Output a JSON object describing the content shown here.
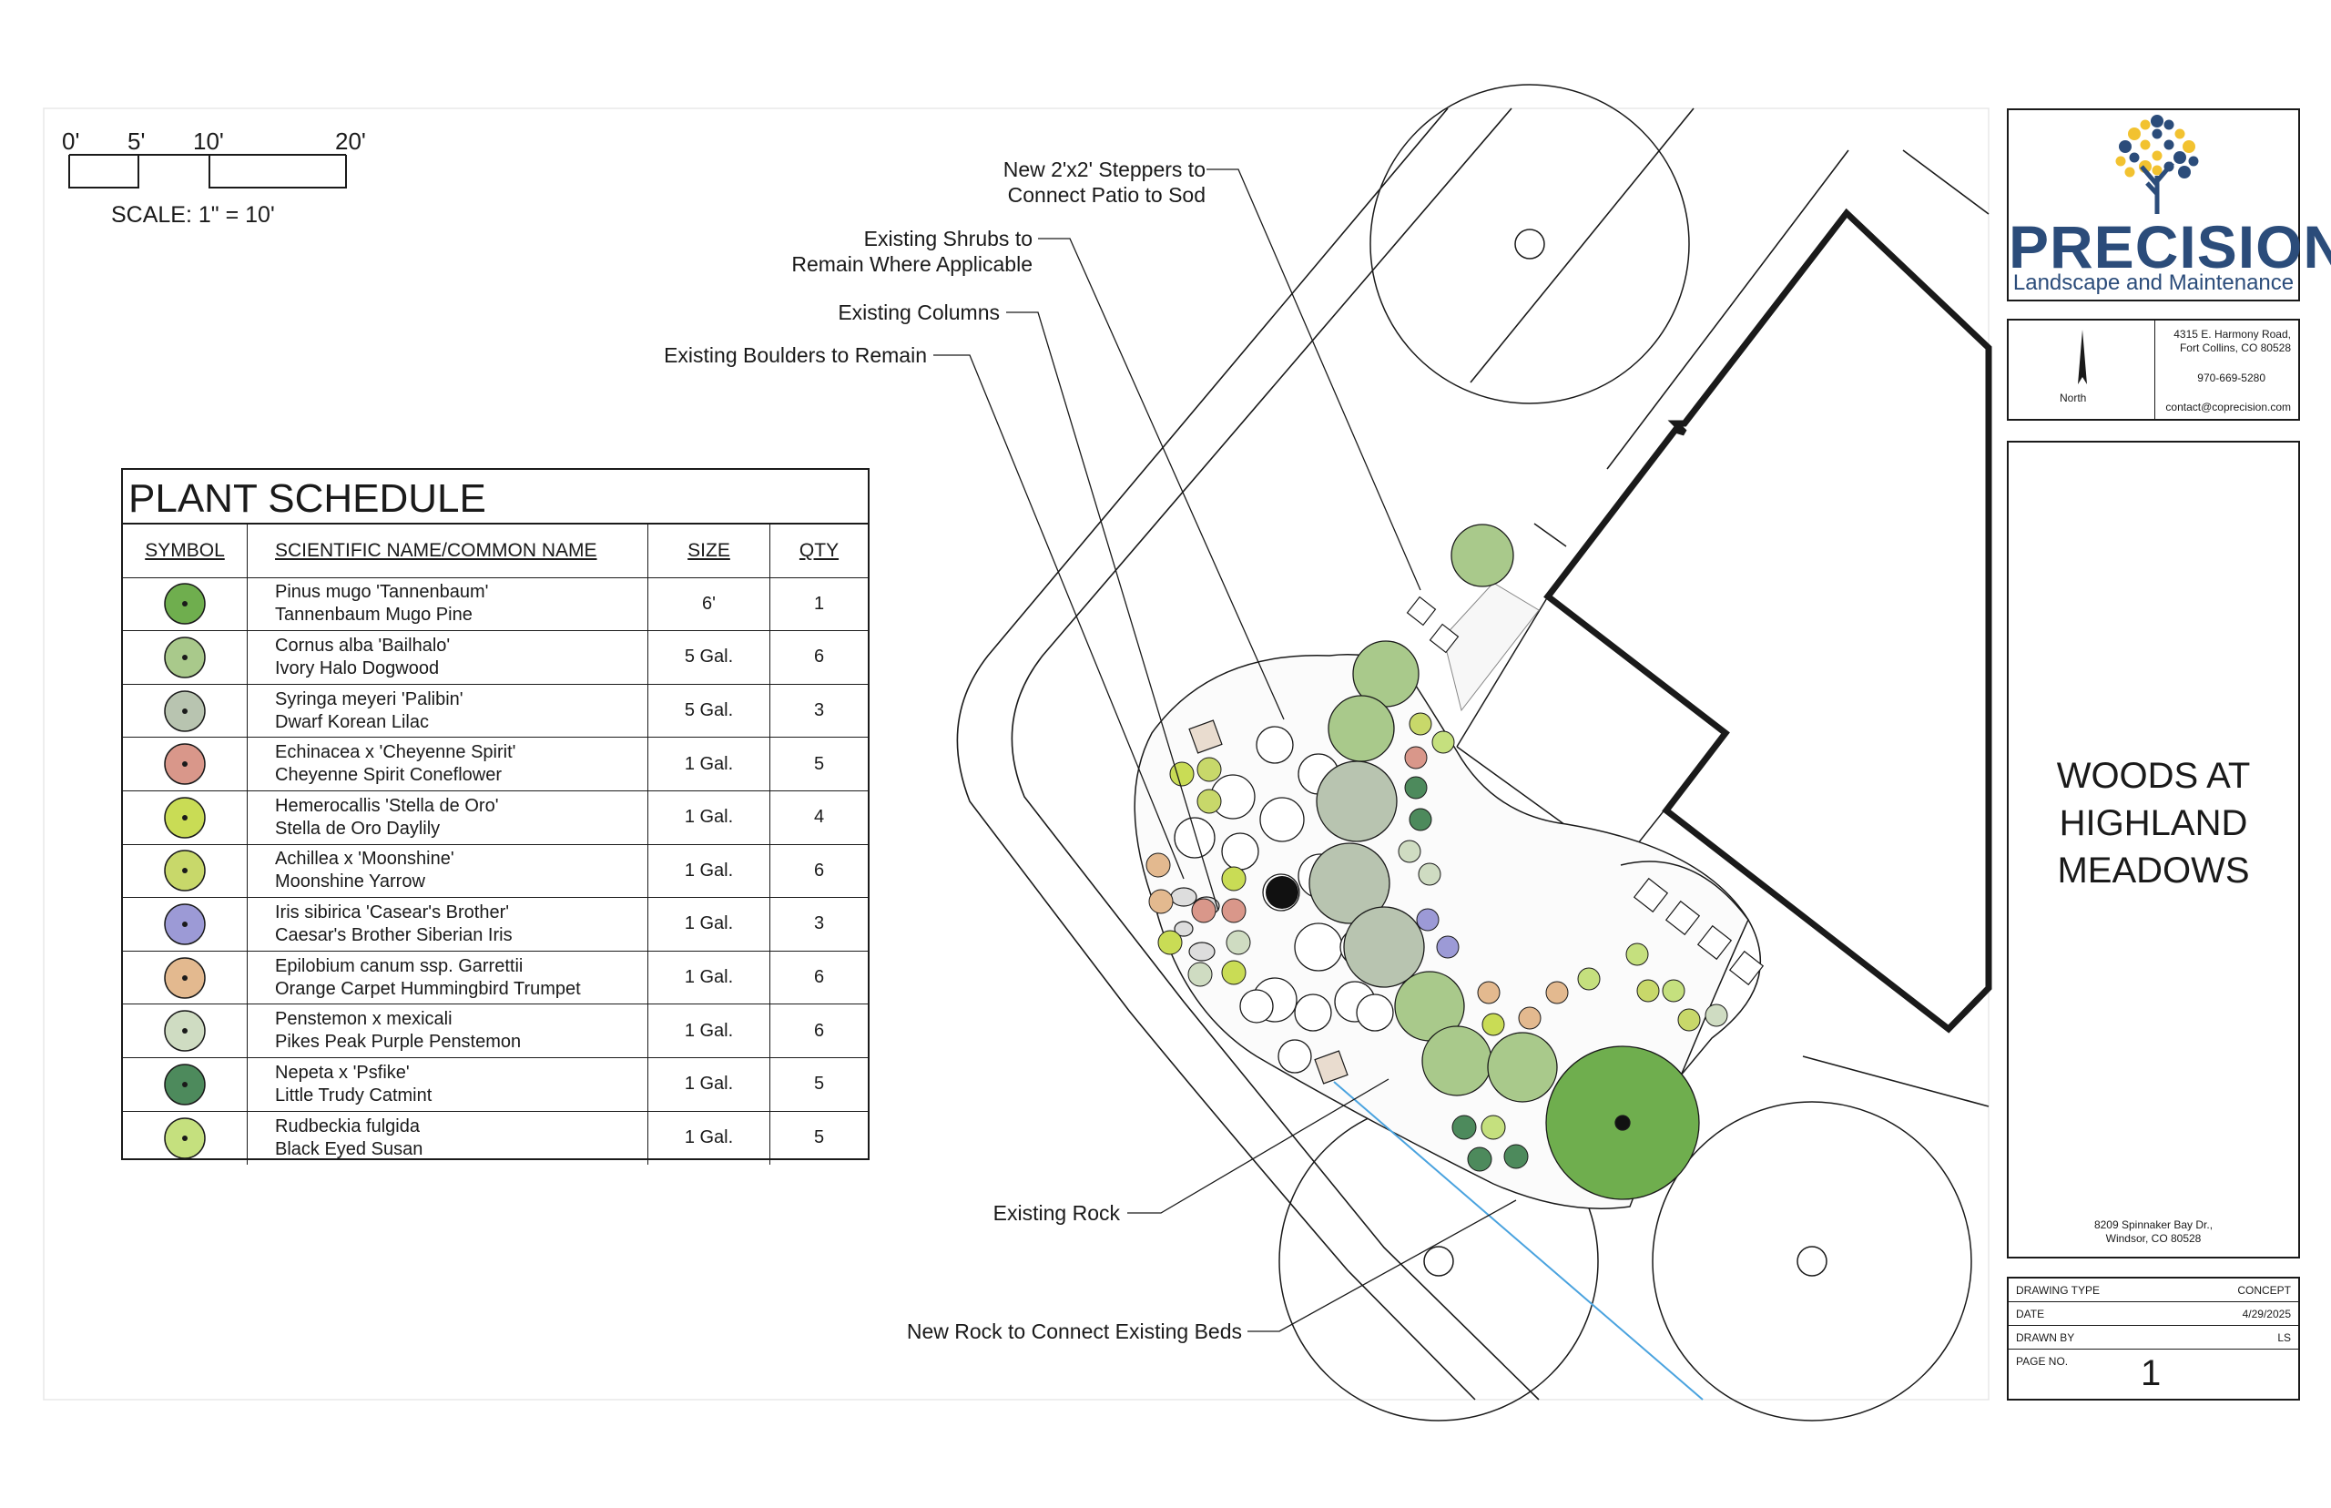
{
  "scale": {
    "ticks": [
      "0'",
      "5'",
      "10'",
      "20'"
    ],
    "text": "SCALE: 1\" = 10'"
  },
  "callouts": {
    "steppers_1": "New 2'x2' Steppers to",
    "steppers_2": "Connect Patio to Sod",
    "shrubs_1": "Existing Shrubs to",
    "shrubs_2": "Remain Where Applicable",
    "columns": "Existing Columns",
    "boulders": "Existing Boulders to Remain",
    "rock": "Existing Rock",
    "new_rock": "New Rock to Connect Existing Beds"
  },
  "plant_schedule": {
    "title": "PLANT SCHEDULE",
    "headers": {
      "symbol": "SYMBOL",
      "name": "SCIENTIFIC NAME/COMMON NAME",
      "size": "SIZE",
      "qty": "QTY"
    },
    "rows": [
      {
        "scientific": "Pinus mugo 'Tannenbaum'",
        "common": "Tannenbaum Mugo Pine",
        "size": "6'",
        "qty": "1",
        "color": "#6fae4e",
        "icon": "pine-symbol-icon"
      },
      {
        "scientific": "Cornus alba 'Bailhalo'",
        "common": "Ivory Halo Dogwood",
        "size": "5 Gal.",
        "qty": "6",
        "color": "#a9c98b",
        "icon": "dogwood-symbol-icon"
      },
      {
        "scientific": "Syringa meyeri 'Palibin'",
        "common": "Dwarf Korean Lilac",
        "size": "5 Gal.",
        "qty": "3",
        "color": "#b8c4b0",
        "icon": "lilac-symbol-icon"
      },
      {
        "scientific": "Echinacea x 'Cheyenne Spirit'",
        "common": "Cheyenne Spirit Coneflower",
        "size": "1 Gal.",
        "qty": "5",
        "color": "#d9978a",
        "icon": "coneflower-symbol-icon"
      },
      {
        "scientific": "Hemerocallis 'Stella de Oro'",
        "common": "Stella de Oro Daylily",
        "size": "1 Gal.",
        "qty": "4",
        "color": "#c9dc55",
        "icon": "daylily-symbol-icon"
      },
      {
        "scientific": "Achillea x 'Moonshine'",
        "common": "Moonshine Yarrow",
        "size": "1 Gal.",
        "qty": "6",
        "color": "#c8d86a",
        "icon": "yarrow-symbol-icon"
      },
      {
        "scientific": "Iris sibirica 'Casear's Brother'",
        "common": "Caesar's Brother Siberian Iris",
        "size": "1 Gal.",
        "qty": "3",
        "color": "#9c9ad6",
        "icon": "iris-symbol-icon"
      },
      {
        "scientific": "Epilobium canum ssp. Garrettii",
        "common": "Orange Carpet Hummingbird Trumpet",
        "size": "1 Gal.",
        "qty": "6",
        "color": "#e3b98f",
        "icon": "epilobium-symbol-icon"
      },
      {
        "scientific": "Penstemon x mexicali",
        "common": "Pikes Peak Purple Penstemon",
        "size": "1 Gal.",
        "qty": "6",
        "color": "#cfdcc2",
        "icon": "penstemon-symbol-icon"
      },
      {
        "scientific": "Nepeta x 'Psfike'",
        "common": "Little Trudy Catmint",
        "size": "1 Gal.",
        "qty": "5",
        "color": "#4d8a5c",
        "icon": "catmint-symbol-icon"
      },
      {
        "scientific": "Rudbeckia fulgida",
        "common": "Black Eyed Susan",
        "size": "1 Gal.",
        "qty": "5",
        "color": "#c5e07e",
        "icon": "rudbeckia-symbol-icon"
      }
    ]
  },
  "title_block": {
    "company_word": "PRECISION",
    "company_sub": "Landscape and Maintenance",
    "brand_color": "#2b4c7a",
    "accent_color": "#f2c230",
    "north_label": "North",
    "address_1": "4315 E. Harmony Road,",
    "address_2": "Fort Collins, CO 80528",
    "phone": "970-669-5280",
    "email": "contact@coprecision.com",
    "project_line_1": "WOODS AT",
    "project_line_2": "HIGHLAND",
    "project_line_3": "MEADOWS",
    "project_addr_1": "8209 Spinnaker Bay Dr.,",
    "project_addr_2": "Windsor, CO 80528",
    "drawing_type_label": "DRAWING TYPE",
    "drawing_type": "CONCEPT",
    "date_label": "DATE",
    "date": "4/29/2025",
    "drawn_by_label": "DRAWN BY",
    "drawn_by": "LS",
    "page_label": "PAGE NO.",
    "page": "1"
  }
}
